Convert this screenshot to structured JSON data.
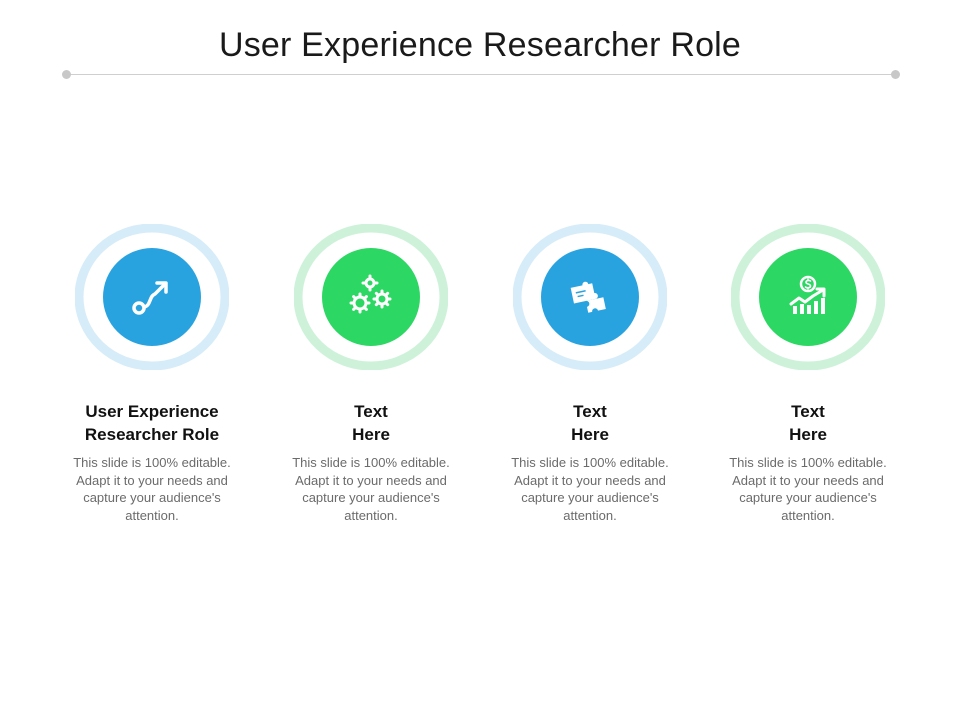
{
  "title": "User Experience Researcher Role",
  "colors": {
    "blue": "#29a3e0",
    "green": "#2cd763",
    "blue_halo": "#d6ecf8",
    "green_halo": "#cdf2d9"
  },
  "cards": [
    {
      "heading_line1": "User Experience",
      "heading_line2": "Researcher Role",
      "body": "This slide is 100% editable. Adapt it to your needs and capture your audience's attention.",
      "icon": "path-arrow-icon",
      "theme": "blue"
    },
    {
      "heading_line1": "Text",
      "heading_line2": "Here",
      "body": "This slide is 100% editable. Adapt it to your needs and capture your audience's attention.",
      "icon": "gears-icon",
      "theme": "green"
    },
    {
      "heading_line1": "Text",
      "heading_line2": "Here",
      "body": "This slide is 100% editable. Adapt it to your needs and capture your audience's attention.",
      "icon": "puzzle-icon",
      "theme": "blue"
    },
    {
      "heading_line1": "Text",
      "heading_line2": "Here",
      "body": "This slide is 100% editable. Adapt it to your needs and capture your audience's attention.",
      "icon": "dollar-growth-icon",
      "theme": "green"
    }
  ]
}
